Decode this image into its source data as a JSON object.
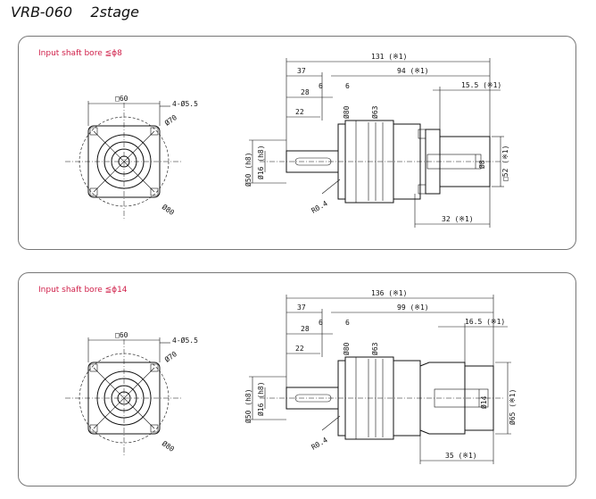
{
  "title": "VRB-060    2stage",
  "drawings": [
    {
      "bore": "Input shaft bore  ≦ϕ8",
      "front": {
        "square": "□60",
        "holes": "4-Ø5.5",
        "pcd": "Ø70",
        "diag": "Ø80"
      },
      "side": {
        "total": "131 (※1)",
        "d37": "37",
        "d94": "94 (※1)",
        "d15": "15.5 (※1)",
        "d28": "28",
        "d6a": "6",
        "d6b": "6",
        "d22": "22",
        "v80": "Ø80",
        "v63": "Ø63",
        "v50": "Ø50 (h8)",
        "v16": "Ø16 (h8)",
        "r04": "R0.4",
        "v8": "Ø8",
        "v52": "□52 (※1)",
        "d32": "32 (※1)"
      }
    },
    {
      "bore": "Input shaft bore  ≦ϕ14",
      "front": {
        "square": "□60",
        "holes": "4-Ø5.5",
        "pcd": "Ø70",
        "diag": "Ø80"
      },
      "side": {
        "total": "136 (※1)",
        "d37": "37",
        "d94": "99 (※1)",
        "d15": "16.5 (※1)",
        "d28": "28",
        "d6a": "6",
        "d6b": "6",
        "d22": "22",
        "v80": "Ø80",
        "v63": "Ø63",
        "v50": "Ø50 (h8)",
        "v16": "Ø16 (h8)",
        "r04": "R0.4",
        "v8": "Ø14",
        "v52": "Ø65 (※1)",
        "d32": "35 (※1)"
      }
    }
  ]
}
